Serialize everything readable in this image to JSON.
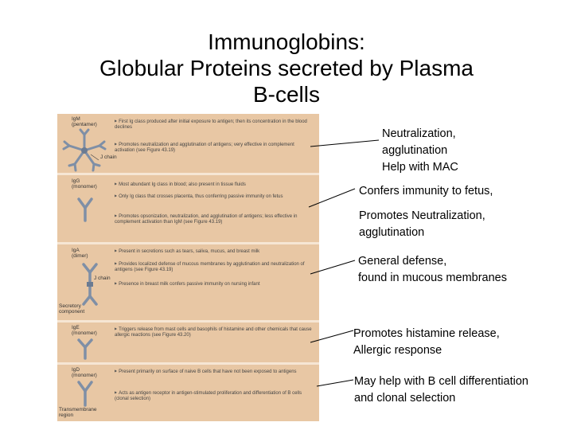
{
  "title": {
    "line1": "Immunoglobins:",
    "line2": "Globular Proteins secreted by Plasma",
    "line3": "B-cells"
  },
  "figure": {
    "panels": [
      {
        "class_label": "IgM",
        "form": "(pentamer)",
        "part_labels": [
          "J chain"
        ],
        "bullets": [
          "First Ig class produced after initial exposure to antigen; then its concentration in the blood declines",
          "Promotes neutralization and agglutination of antigens; very effective in complement activation (see Figure 43.19)"
        ]
      },
      {
        "class_label": "IgG",
        "form": "(monomer)",
        "part_labels": [],
        "bullets": [
          "Most abundant Ig class in blood; also present in tissue fluids",
          "Only Ig class that crosses placenta, thus conferring passive immunity on fetus",
          "Promotes opsonization, neutralization, and agglutination of antigens; less effective in complement activation than IgM (see Figure 43.19)"
        ]
      },
      {
        "class_label": "IgA",
        "form": "(dimer)",
        "part_labels": [
          "J chain",
          "Secretory component"
        ],
        "bullets": [
          "Present in secretions such as tears, saliva, mucus, and breast milk",
          "Provides localized defense of mucous membranes by agglutination and neutralization of antigens (see Figure 43.19)",
          "Presence in breast milk confers passive immunity on nursing infant"
        ]
      },
      {
        "class_label": "IgE",
        "form": "(monomer)",
        "part_labels": [],
        "bullets": [
          "Triggers release from mast cells and basophils of histamine and other chemicals that cause allergic reactions (see Figure 43.20)"
        ]
      },
      {
        "class_label": "IgD",
        "form": "(monomer)",
        "part_labels": [
          "Transmembrane region"
        ],
        "bullets": [
          "Present primarily on surface of naive B cells that have not been exposed to antigens",
          "Acts as antigen receptor in antigen-stimulated proliferation and differentiation of B cells (clonal selection)"
        ]
      }
    ]
  },
  "annotations": [
    {
      "lines": [
        "Neutralization,",
        "agglutination",
        "Help with MAC"
      ]
    },
    {
      "lines": [
        "Confers immunity to fetus,",
        "",
        "Promotes  Neutralization,",
        "agglutination"
      ]
    },
    {
      "lines": [
        "General defense,",
        "found in mucous membranes"
      ]
    },
    {
      "lines": [
        "Promotes histamine release,",
        "Allergic response"
      ]
    },
    {
      "lines": [
        "May help with B cell differentiation",
        "and clonal selection"
      ]
    }
  ],
  "colors": {
    "panel": "#e8c7a4",
    "divider": "#f6e6d4",
    "antibody": "#7f8fa6",
    "leader": "#000000"
  },
  "icons": [
    "igm-pentamer-icon",
    "igg-monomer-icon",
    "iga-dimer-icon",
    "ige-monomer-icon",
    "igd-monomer-icon"
  ]
}
